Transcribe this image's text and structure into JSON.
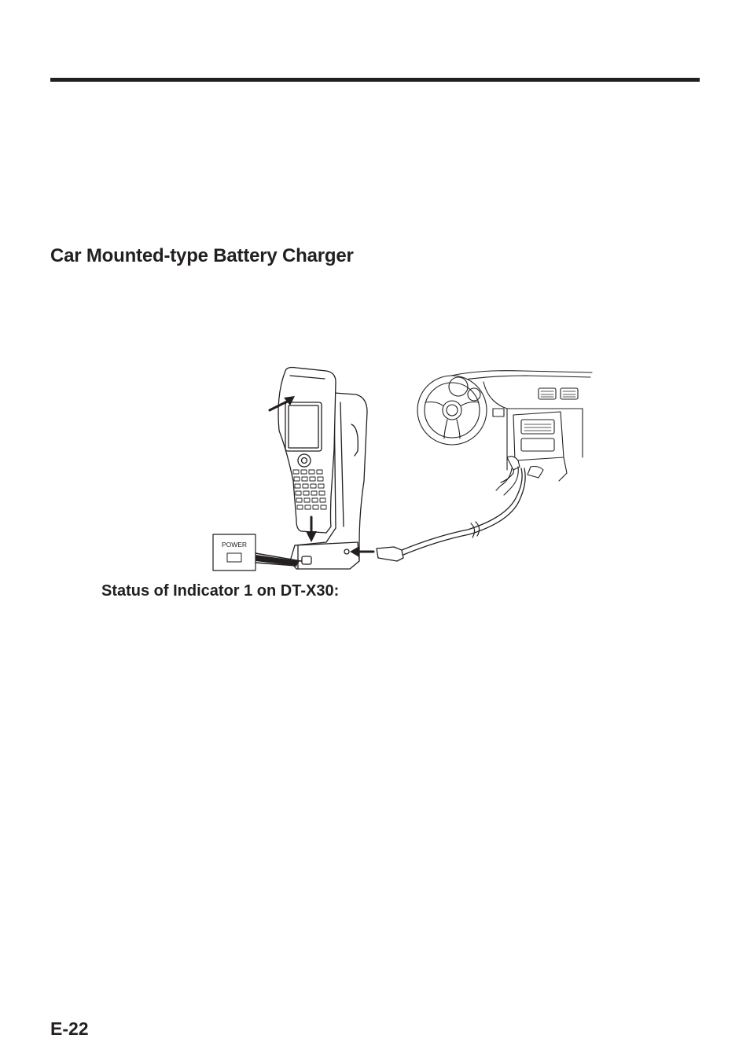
{
  "section": {
    "heading": "Car Mounted-type Battery Charger"
  },
  "figure": {
    "power_label": "POWER"
  },
  "status": {
    "heading": "Status of Indicator 1 on DT-X30:"
  },
  "footer": {
    "page_number": "E-22"
  },
  "colors": {
    "ink": "#231f20",
    "background": "#ffffff"
  }
}
